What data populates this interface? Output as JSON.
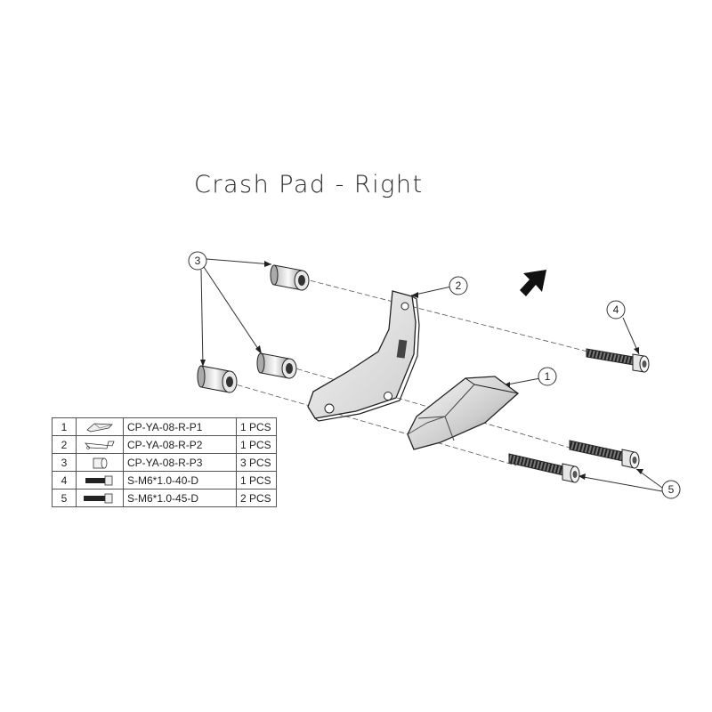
{
  "title": "Crash Pad - Right",
  "callouts": [
    "1",
    "2",
    "3",
    "4",
    "5"
  ],
  "parts": [
    {
      "index": "1",
      "code": "CP-YA-08-R-P1",
      "qty": "1 PCS",
      "icon": "pad-slider-icon"
    },
    {
      "index": "2",
      "code": "CP-YA-08-R-P2",
      "qty": "1 PCS",
      "icon": "bracket-icon"
    },
    {
      "index": "3",
      "code": "CP-YA-08-R-P3",
      "qty": "3 PCS",
      "icon": "spacer-icon"
    },
    {
      "index": "4",
      "code": "S-M6*1.0-40-D",
      "qty": "1 PCS",
      "icon": "bolt-icon"
    },
    {
      "index": "5",
      "code": "S-M6*1.0-45-D",
      "qty": "2 PCS",
      "icon": "bolt-icon"
    }
  ],
  "colors": {
    "line": "#222222",
    "metal": "#d9d9d9",
    "dark": "#333333"
  }
}
